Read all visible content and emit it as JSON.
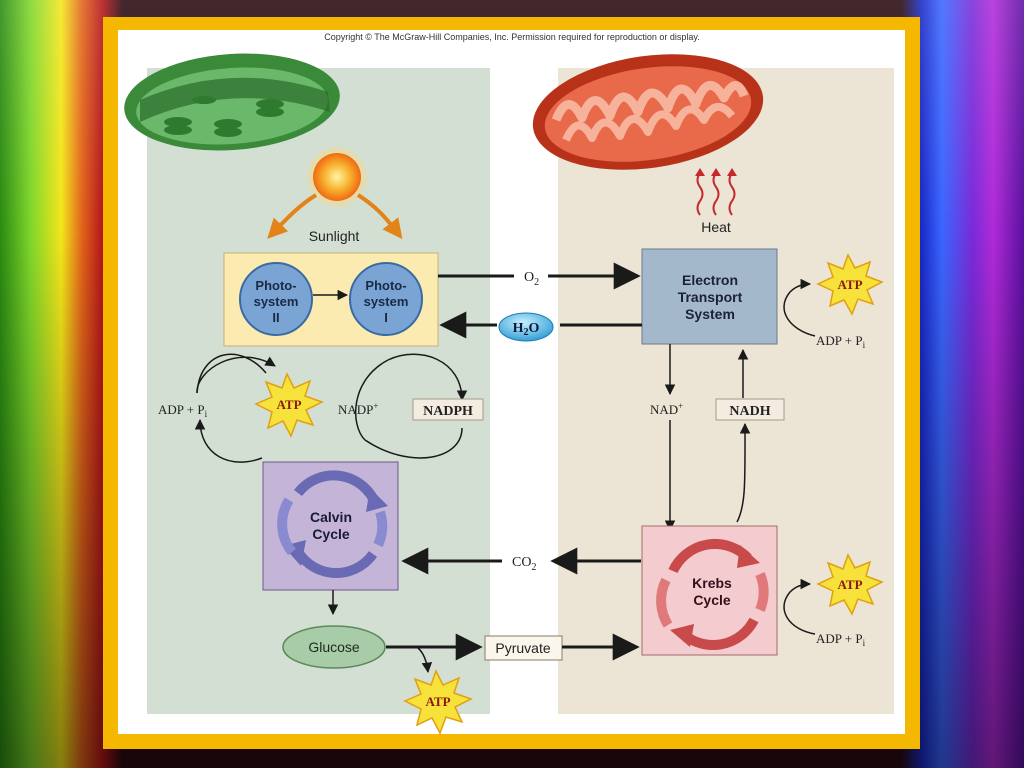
{
  "copyright": "Copyright © The McGraw-Hill Companies, Inc. Permission required for reproduction or display.",
  "labels": {
    "sunlight": "Sunlight",
    "heat": "Heat",
    "photosystem_ii": [
      "Photo-",
      "system",
      "II"
    ],
    "photosystem_i": [
      "Photo-",
      "system",
      "I"
    ],
    "electron_transport": [
      "Electron",
      "Transport",
      "System"
    ],
    "calvin": [
      "Calvin",
      "Cycle"
    ],
    "krebs": [
      "Krebs",
      "Cycle"
    ],
    "o2": "O",
    "o2_sub": "2",
    "h2o_h": "H",
    "h2o_sub": "2",
    "h2o_o": "O",
    "co2": "CO",
    "co2_sub": "2",
    "adp_pi": "ADP + P",
    "pi_sub": "i",
    "nadp": "NADP",
    "plus": "+",
    "nadph": "NADPH",
    "nad": "NAD",
    "nadh": "NADH",
    "atp": "ATP",
    "glucose": "Glucose",
    "pyruvate": "Pyruvate"
  },
  "colors": {
    "frame": "#f5b800",
    "chloroplast_panel": "#d4dfd4",
    "mitochondria_panel": "#ece4d4",
    "photosystem_box": "#fcebb0",
    "photosystem_circle": "#7aa4d4",
    "ets_box": "#a4b8cc",
    "calvin_box": "#c4b4d8",
    "krebs_box": "#f4ccd0",
    "glucose": "#a8cca8",
    "atp_star": "#f6e23a"
  }
}
